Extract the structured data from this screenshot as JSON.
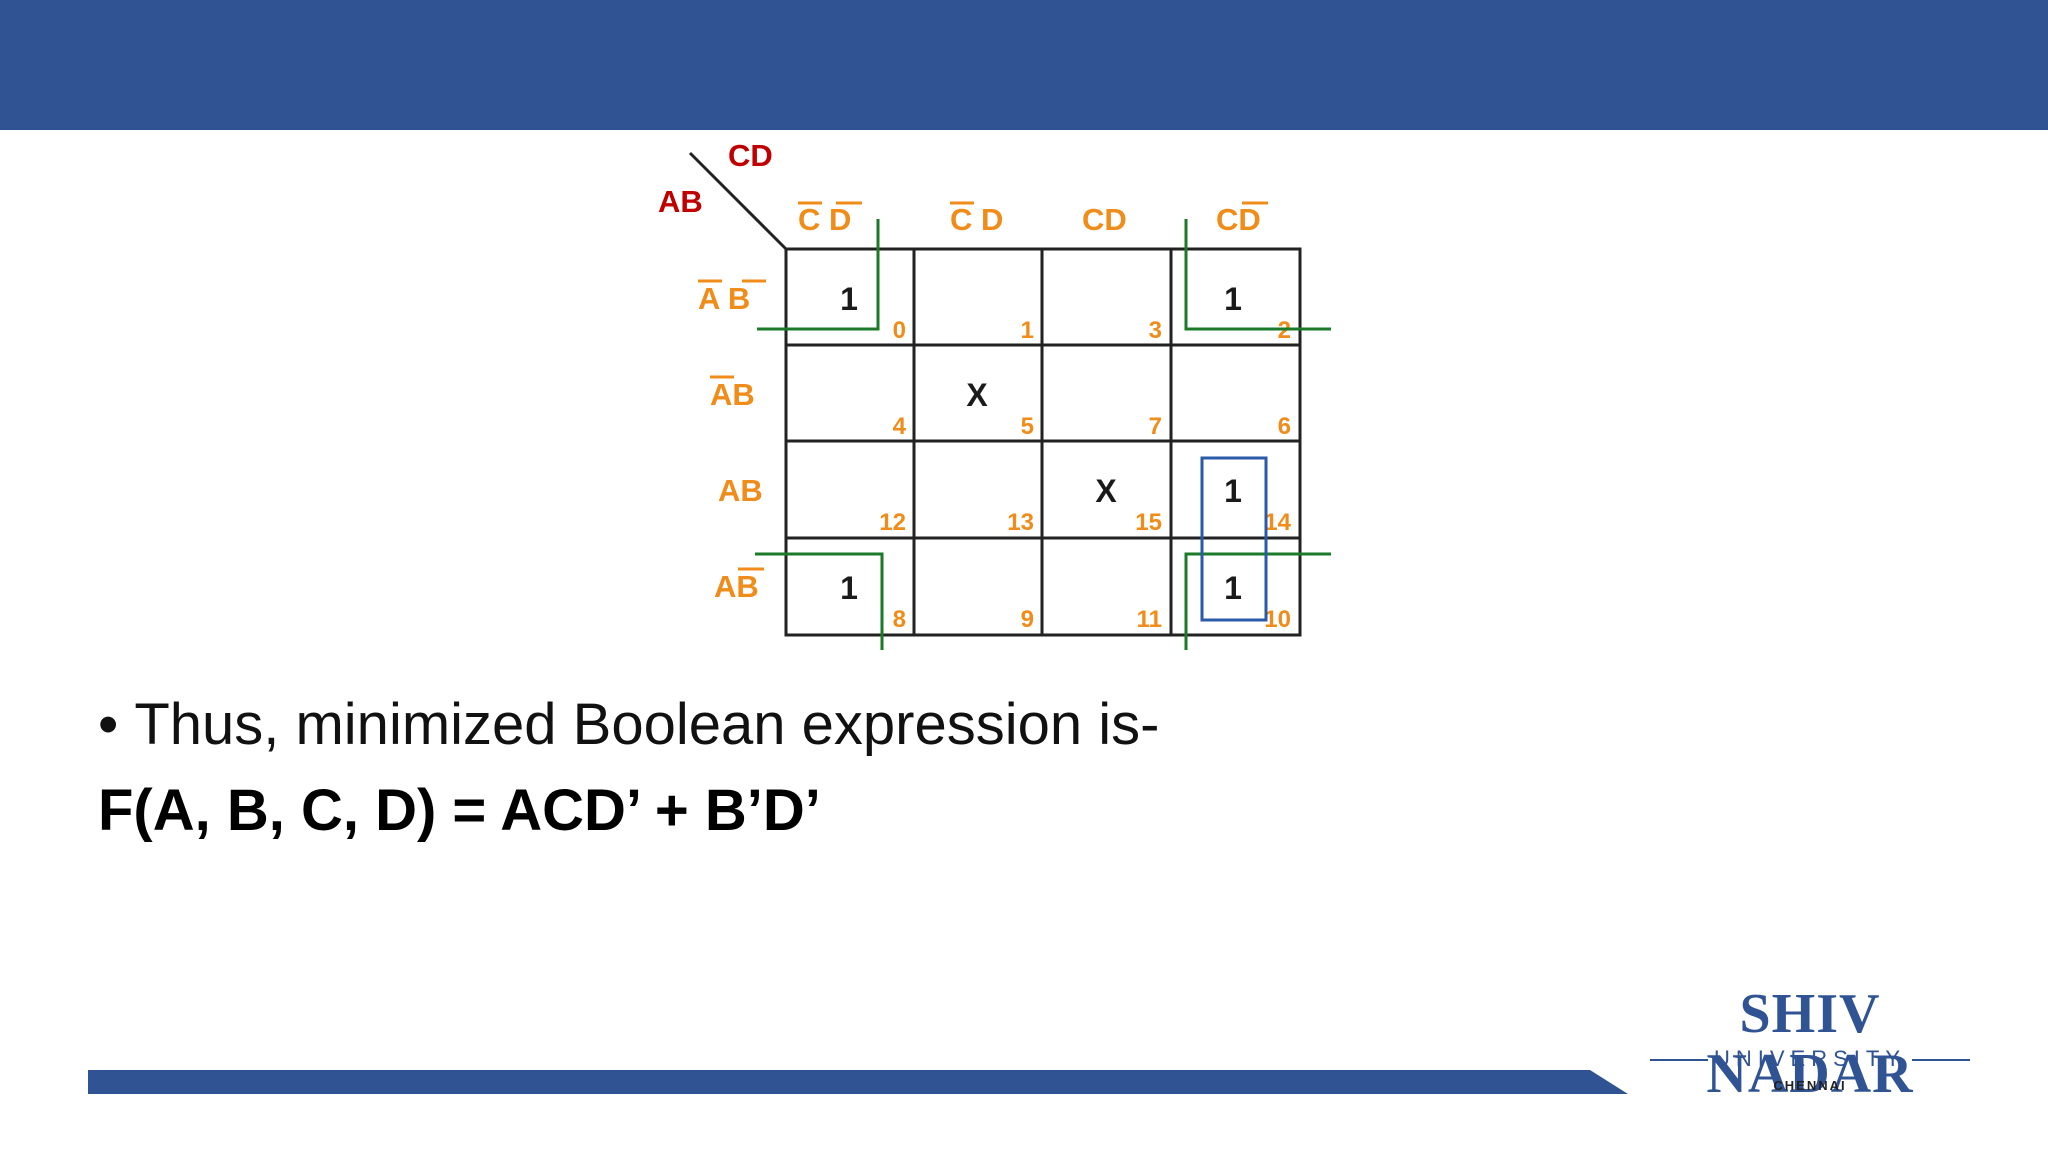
{
  "kmap": {
    "col_var": "CD",
    "row_var": "AB",
    "col_headers": [
      "C D",
      "C D",
      "CD",
      "CD"
    ],
    "row_headers": [
      "A B",
      "AB",
      "AB",
      "AB"
    ],
    "cells": [
      [
        {
          "v": "1",
          "i": "0"
        },
        {
          "v": "",
          "i": "1"
        },
        {
          "v": "",
          "i": "3"
        },
        {
          "v": "1",
          "i": "2"
        }
      ],
      [
        {
          "v": "",
          "i": "4"
        },
        {
          "v": "X",
          "i": "5"
        },
        {
          "v": "",
          "i": "7"
        },
        {
          "v": "",
          "i": "6"
        }
      ],
      [
        {
          "v": "",
          "i": "12"
        },
        {
          "v": "",
          "i": "13"
        },
        {
          "v": "X",
          "i": "15"
        },
        {
          "v": "1",
          "i": "14"
        }
      ],
      [
        {
          "v": "1",
          "i": "8"
        },
        {
          "v": "",
          "i": "9"
        },
        {
          "v": "",
          "i": "11"
        },
        {
          "v": "1",
          "i": "10"
        }
      ]
    ],
    "colors": {
      "label": "#c00000",
      "header": "#f08c1a",
      "group_corner": "#1a7a2a",
      "group_pair": "#2b5aa8"
    }
  },
  "content": {
    "bullet": "Thus, minimized Boolean expression is-",
    "expression": "F(A, B, C, D) = ACD’ + B’D’"
  },
  "logo": {
    "name": "SHIV NADAR",
    "sub": "UNIVERSITY",
    "city": "CHENNAI"
  },
  "theme": {
    "primary": "#305394"
  }
}
